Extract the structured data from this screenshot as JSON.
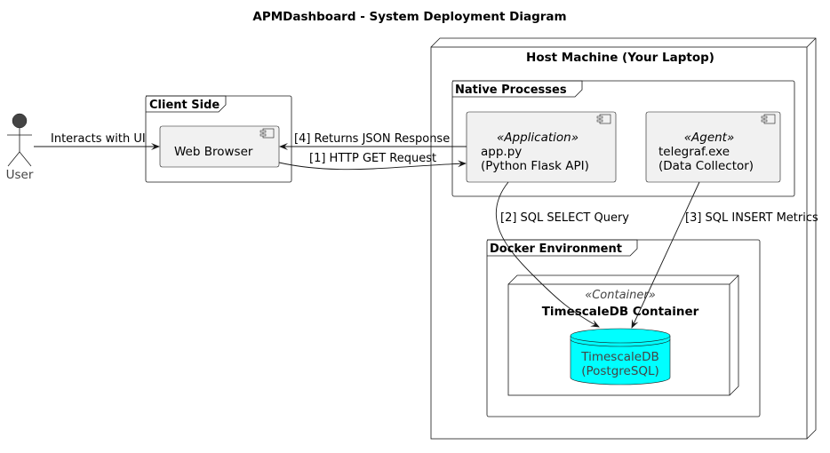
{
  "title": "APMDashboard - System Deployment Diagram",
  "actor": {
    "label": "User"
  },
  "client_side": {
    "label": "Client Side",
    "web_browser": "Web Browser"
  },
  "host": {
    "label": "Host Machine (Your Laptop)",
    "native_processes": {
      "label": "Native Processes",
      "app": {
        "stereotype": "«Application»",
        "line1": "app.py",
        "line2": "(Python Flask API)"
      },
      "telegraf": {
        "stereotype": "«Agent»",
        "line1": "telegraf.exe",
        "line2": "(Data Collector)"
      }
    },
    "docker": {
      "label": "Docker Environment",
      "container": {
        "stereotype": "«Container»",
        "label": "TimescaleDB Container",
        "db_line1": "TimescaleDB",
        "db_line2": "(PostgreSQL)"
      }
    }
  },
  "edges": {
    "user_browser": "Interacts with UI",
    "returns_json": "[4] Returns JSON Response",
    "http_get": "[1] HTTP GET Request",
    "sql_select": "[2] SQL SELECT Query",
    "sql_insert": "[3] SQL INSERT Metrics"
  },
  "colors": {
    "db_fill": "#00FFFF",
    "box_fill": "#F1F1F1",
    "actor_fill": "#444444"
  }
}
